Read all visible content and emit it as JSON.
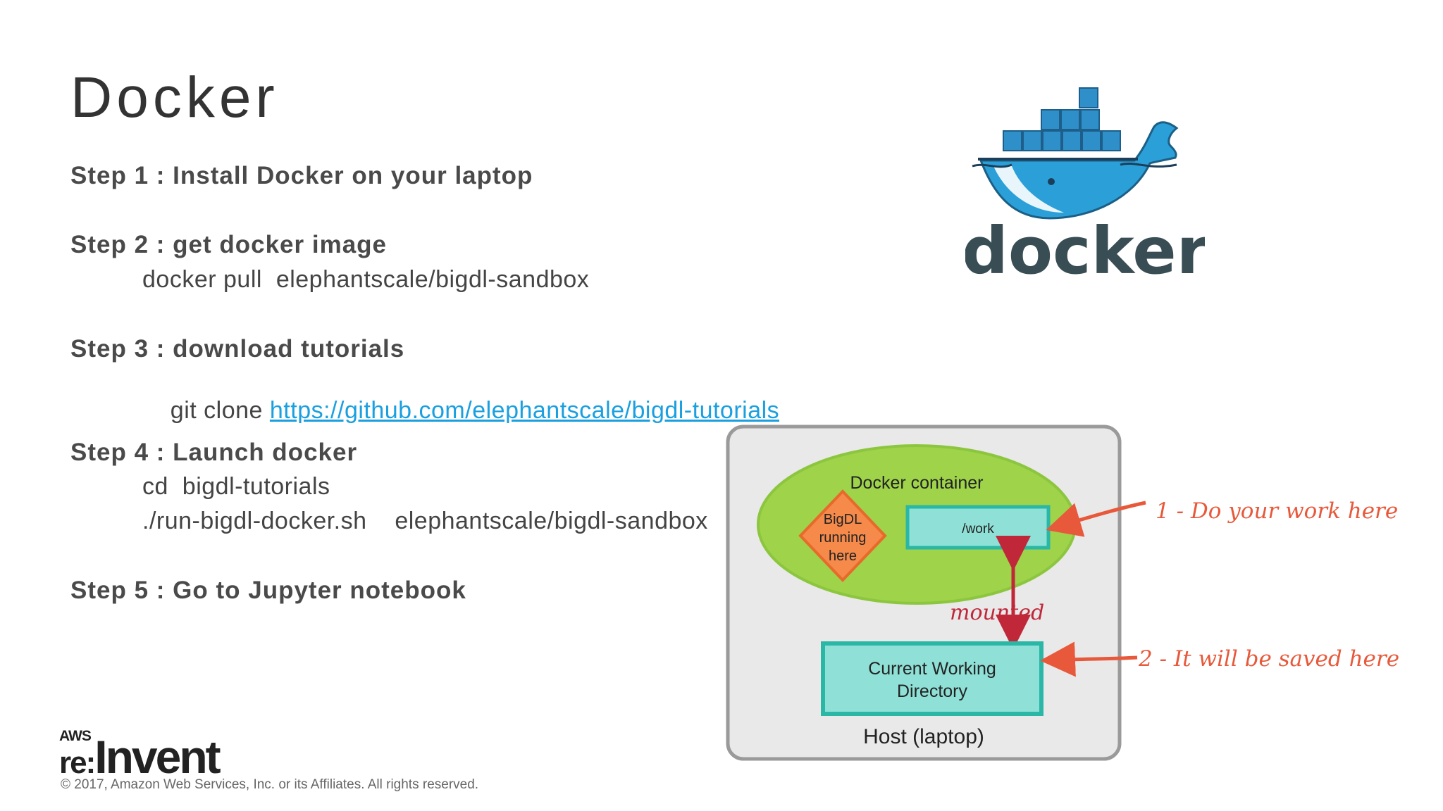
{
  "slide": {
    "title": "Docker",
    "steps": [
      {
        "heading": "Step 1 : Install Docker on your laptop",
        "lines": []
      },
      {
        "heading": "Step 2 : get docker image",
        "lines": [
          "docker pull  elephantscale/bigdl-sandbox"
        ]
      },
      {
        "heading": "Step 3 : download tutorials",
        "line_prefix": "git clone ",
        "link": "https://github.com/elephantscale/bigdl-tutorials"
      },
      {
        "heading": "Step 4 : Launch docker",
        "lines": [
          "cd  bigdl-tutorials",
          "./run-bigdl-docker.sh    elephantscale/bigdl-sandbox"
        ]
      },
      {
        "heading": "Step 5 : Go to Jupyter notebook",
        "lines": []
      }
    ]
  },
  "docker_logo": {
    "wordmark": "docker",
    "icon": "docker-whale-icon",
    "color": "#2496ed"
  },
  "diagram": {
    "container_label": "Docker container",
    "bigdl_label_1": "BigDL",
    "bigdl_label_2": "running",
    "bigdl_label_3": "here",
    "work_label": "/work",
    "mounted_label": "mounted",
    "cwd_label_1": "Current Working",
    "cwd_label_2": "Directory",
    "host_label": "Host (laptop)",
    "annotation_1": "1 - Do your work here",
    "annotation_2": "2 - It will be saved here",
    "colors": {
      "container": "#9ed34a",
      "box": "#8fe0d6",
      "diamond": "#f58a4b",
      "arrow": "#e8583a",
      "mount_arrow": "#c0283a",
      "host": "#e9e9e9"
    }
  },
  "footer": {
    "brand_small": "AWS",
    "brand_re": "re:",
    "brand_main": "Invent",
    "copyright": "© 2017, Amazon Web Services, Inc. or its Affiliates. All rights reserved."
  }
}
